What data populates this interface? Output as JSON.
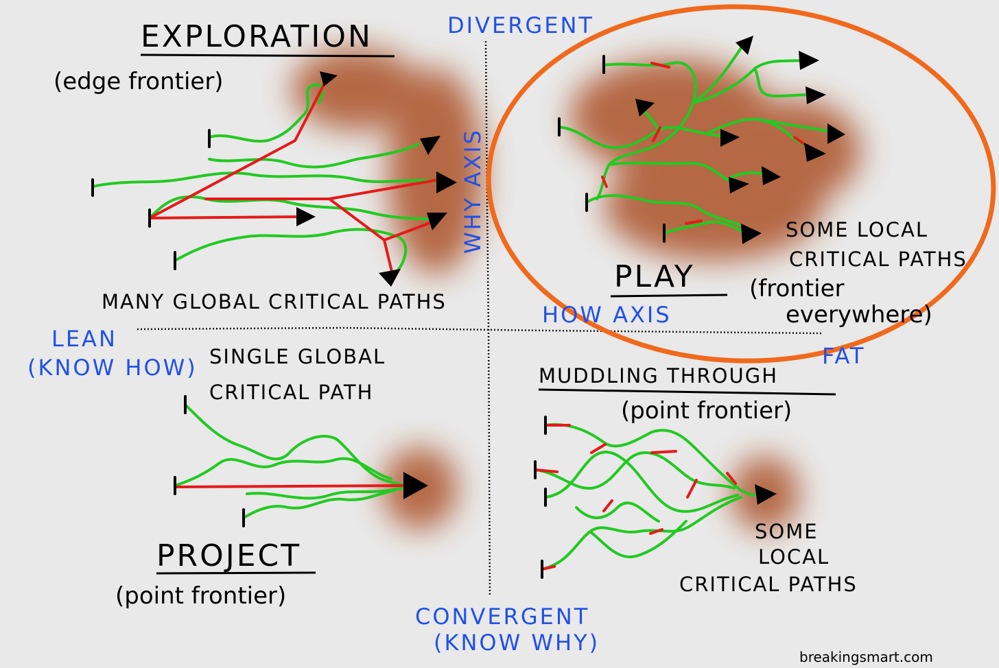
{
  "quadrants": {
    "exploration": {
      "title": "EXPLORATION",
      "subtitle": "(edge frontier)",
      "caption": "MANY GLOBAL CRITICAL PATHS"
    },
    "play": {
      "title": "PLAY",
      "subtitle_line1": "(frontier",
      "subtitle_line2": "everywhere)",
      "caption_line1": "SOME LOCAL",
      "caption_line2": "CRITICAL PATHS"
    },
    "project": {
      "title": "PROJECT",
      "subtitle": "(point frontier)",
      "caption_line1": "SINGLE GLOBAL",
      "caption_line2": "CRITICAL PATH"
    },
    "muddling": {
      "title": "MUDDLING THROUGH",
      "subtitle": "(point frontier)",
      "caption_line1": "SOME",
      "caption_line2": "LOCAL",
      "caption_line3": "CRITICAL PATHS"
    }
  },
  "axes": {
    "top": "DIVERGENT",
    "bottom_line1": "CONVERGENT",
    "bottom_line2": "(KNOW WHY)",
    "left_line1": "LEAN",
    "left_line2": "(KNOW HOW)",
    "right": "FAT",
    "vertical_label": "WHY AXIS",
    "horizontal_label": "HOW AXIS"
  },
  "credit": "breakingsmart.com",
  "colors": {
    "path_green": "#22c922",
    "critical_red": "#e51a1a",
    "frontier_brown": "#a8491f",
    "axis_blue": "#2050e8",
    "highlight_orange": "#f0691c"
  }
}
